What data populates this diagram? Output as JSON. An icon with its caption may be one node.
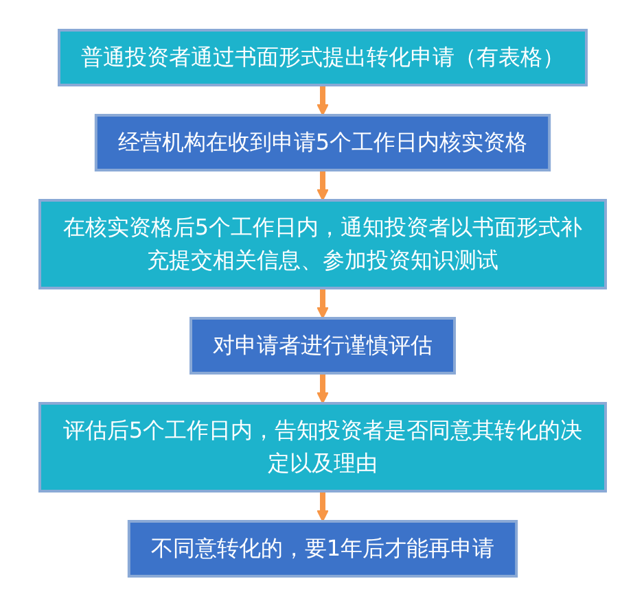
{
  "diagram": {
    "nodes": [
      {
        "text": [
          "普通投资者通过书面形式提出转化申请（有表格）"
        ]
      },
      {
        "text": [
          "经营机构在收到申请5个工作日内核实资格"
        ]
      },
      {
        "text": [
          "在核实资格后5个工作日内，通知投资者以书面形式补充提交相关信息、参加投资知识测试"
        ]
      },
      {
        "text": [
          "对申请者进行谨慎评估"
        ]
      },
      {
        "text": [
          "评估后5个工作日内，告知投资者是否同意其转化的决定以及理由"
        ]
      },
      {
        "text": [
          "不同意转化的，要1年后才能再申请"
        ]
      }
    ],
    "edges": [
      {
        "from": 0,
        "to": 1,
        "arrow": "to"
      },
      {
        "from": 1,
        "to": 2,
        "arrow": "to"
      },
      {
        "from": 2,
        "to": 3,
        "arrow": "to"
      },
      {
        "from": 3,
        "to": 4,
        "arrow": "to"
      },
      {
        "from": 4,
        "to": 5,
        "arrow": "to"
      }
    ]
  }
}
